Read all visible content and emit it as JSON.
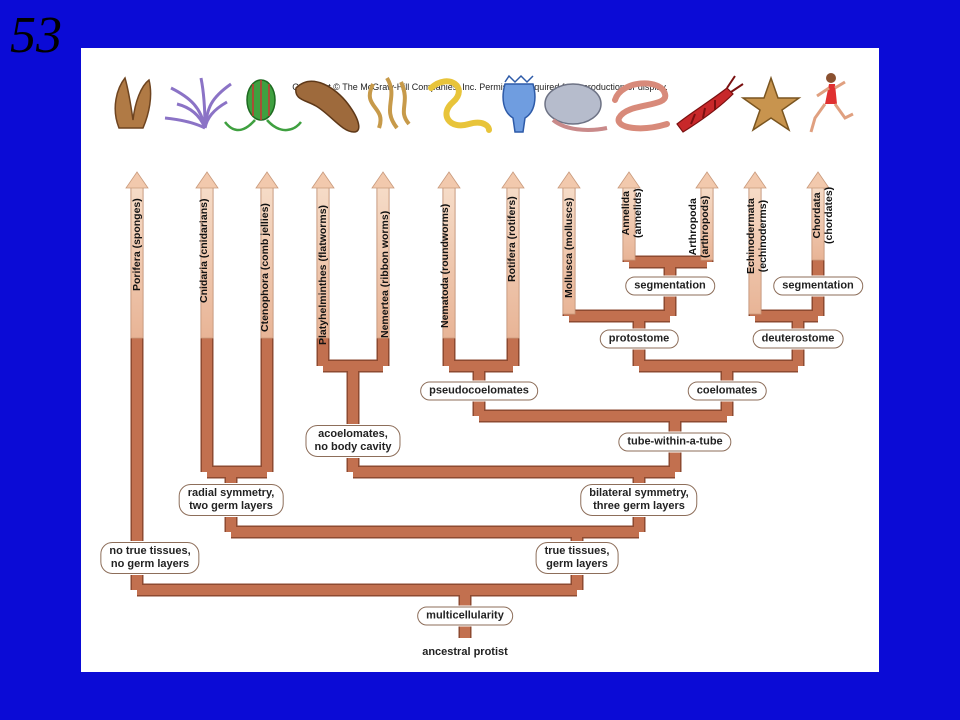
{
  "slide_number": "53",
  "copyright": "Copyright © The McGraw-Hill Companies, Inc. Permission required for reproduction or display.",
  "root": "ancestral protist",
  "phyla": [
    {
      "id": "porifera",
      "line1": "Porifera (sponges)",
      "line2": ""
    },
    {
      "id": "cnidaria",
      "line1": "Cnidaria (cnidarians)",
      "line2": ""
    },
    {
      "id": "ctenophora",
      "line1": "Ctenophora (comb jellies)",
      "line2": ""
    },
    {
      "id": "platyhelminthes",
      "line1": "Platyhelminthes (flatworms)",
      "line2": ""
    },
    {
      "id": "nemertea",
      "line1": "Nemertea (ribbon worms)",
      "line2": ""
    },
    {
      "id": "nematoda",
      "line1": "Nematoda (roundworms)",
      "line2": ""
    },
    {
      "id": "rotifera",
      "line1": "Rotifera (rotifers)",
      "line2": ""
    },
    {
      "id": "mollusca",
      "line1": "Mollusca (molluscs)",
      "line2": ""
    },
    {
      "id": "annelida",
      "line1": "Annelida",
      "line2": "(annelids)"
    },
    {
      "id": "arthropoda",
      "line1": "Arthropoda",
      "line2": "(arthropods)"
    },
    {
      "id": "echinodermata",
      "line1": "Echinodermata",
      "line2": "(echinoderms)"
    },
    {
      "id": "chordata",
      "line1": "Chordata",
      "line2": "(chordates)"
    }
  ],
  "nodes": [
    {
      "id": "multicellularity",
      "line1": "multicellularity",
      "line2": ""
    },
    {
      "id": "no-true-tissues",
      "line1": "no true tissues,",
      "line2": "no germ layers"
    },
    {
      "id": "true-tissues",
      "line1": "true tissues,",
      "line2": "germ layers"
    },
    {
      "id": "radial-symmetry",
      "line1": "radial symmetry,",
      "line2": "two germ layers"
    },
    {
      "id": "bilateral-symmetry",
      "line1": "bilateral symmetry,",
      "line2": "three germ layers"
    },
    {
      "id": "acoelomates",
      "line1": "acoelomates,",
      "line2": "no body cavity"
    },
    {
      "id": "tube-within-a-tube",
      "line1": "tube-within-a-tube",
      "line2": ""
    },
    {
      "id": "pseudocoelomates",
      "line1": "pseudocoelomates",
      "line2": ""
    },
    {
      "id": "coelomates",
      "line1": "coelomates",
      "line2": ""
    },
    {
      "id": "protostome",
      "line1": "protostome",
      "line2": ""
    },
    {
      "id": "deuterostome",
      "line1": "deuterostome",
      "line2": ""
    },
    {
      "id": "segmentation-protostome",
      "line1": "segmentation",
      "line2": ""
    },
    {
      "id": "segmentation-deuterostome",
      "line1": "segmentation",
      "line2": ""
    }
  ],
  "colors": {
    "branch": "#c2704f",
    "branch_edge": "#8e4a30",
    "arrow": "#f2c9ad",
    "background": "#0b0bd6"
  }
}
